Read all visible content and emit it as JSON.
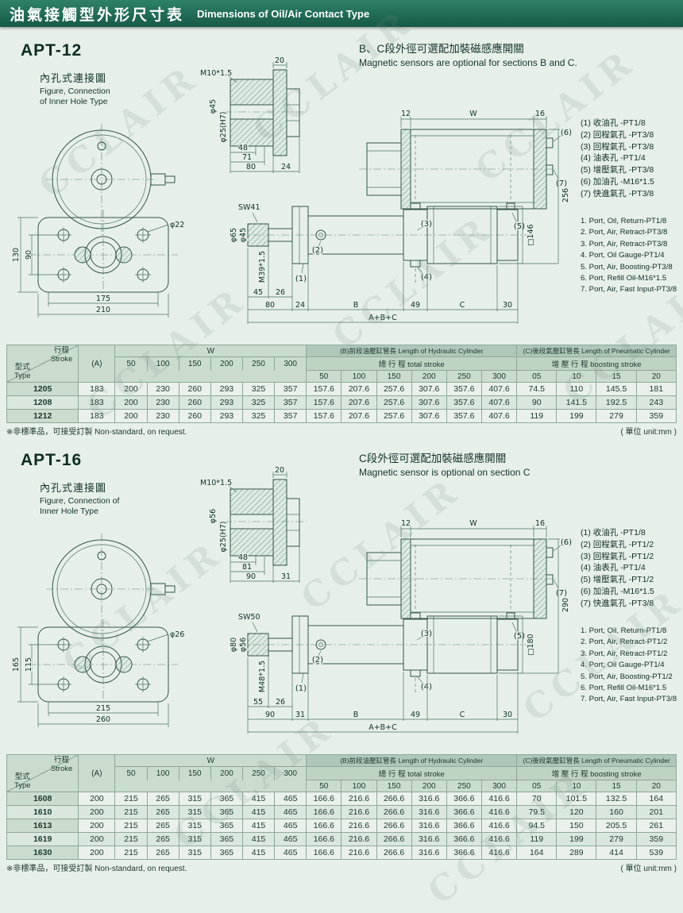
{
  "page": {
    "header": {
      "title_zh": "油氣接觸型外形尺寸表",
      "title_en": "Dimensions of Oil/Air Contact Type"
    },
    "watermark": "CCLAIR",
    "footnote": "※非標準品，可接受訂製  Non-standard, on request.",
    "unit_note": "( 單位 unit:mm )"
  },
  "callouts": {
    "c1": "(1)",
    "c2": "(2)",
    "c3": "(3)",
    "c4": "(4)",
    "c5": "(5)",
    "c6": "(6)",
    "c7": "(7)"
  },
  "sections": [
    {
      "model": "APT-12",
      "figure_zh": "內孔式連接圖",
      "figure_en1": "Figure, Connection",
      "figure_en2": "of Inner Hole Type",
      "note_zh": "B、C段外徑可選配加裝磁感應開關",
      "note_en": "Magnetic sensors are optional for sections B and C.",
      "ports_zh": [
        "(1) 收油孔 -PT1/8",
        "(2) 回程氣孔 -PT3/8",
        "(3) 回程氣孔 -PT3/8",
        "(4) 油表孔 -PT1/4",
        "(5) 增壓氣孔 -PT3/8",
        "(6) 加油孔 -M16*1.5",
        "(7) 快進氣孔 -PT3/8"
      ],
      "ports_en": [
        "1. Port, Oil, Return-PT1/8",
        "2. Port, Air, Retract-PT3/8",
        "3. Port, Air, Retract-PT3/8",
        "4. Port, Oil Gauge-PT1/4",
        "5. Port, Air, Boosting-PT3/8",
        "6. Port, Refill Oil-M16*1.5",
        "7. Port, Air, Fast Input-PT3/8"
      ],
      "dims": {
        "m_top": "M10*1.5",
        "w20": "20",
        "phi_o": "φ45",
        "phi_b": "φ25(H7)",
        "s48": "48",
        "s71": "71",
        "s80": "80",
        "s24": "24",
        "sw": "SW41",
        "phi_r1": "φ65",
        "phi_r2": "φ45",
        "m_rod": "M39*1.5",
        "f45": "45",
        "f26": "26",
        "f80": "80",
        "f24": "24",
        "B": "B",
        "n49": "49",
        "C": "C",
        "n30": "30",
        "abc": "A+B+C",
        "n12": "12",
        "W": "W",
        "n16": "16",
        "hgt": "256",
        "sq": "□146",
        "hole": "φ22",
        "v1": "130",
        "v2": "90",
        "h1": "175",
        "h2": "210"
      },
      "table": {
        "corner": {
          "stroke_zh": "行程",
          "stroke_en": "Stroke",
          "type_zh": "型式",
          "type_en": "Type"
        },
        "a_label": "(A)",
        "w_label": "W",
        "w_cols": [
          "50",
          "100",
          "150",
          "200",
          "250",
          "300"
        ],
        "b_label": "(B)前段油壓缸管長  Length of Hydraulic Cylinder",
        "b_sub": "總 行 程  total stroke",
        "b_cols": [
          "50",
          "100",
          "150",
          "200",
          "250",
          "300"
        ],
        "c_label": "(C)後段氣壓缸管長 Length of Pneumatic Cylinder",
        "c_sub": "增 壓 行 程  boosting stroke",
        "c_cols": [
          "05",
          "10",
          "15",
          "20"
        ],
        "rows": [
          [
            "1205",
            "183",
            "200",
            "230",
            "260",
            "293",
            "325",
            "357",
            "157.6",
            "207.6",
            "257.6",
            "307.6",
            "357.6",
            "407.6",
            "74.5",
            "110",
            "145.5",
            "181"
          ],
          [
            "1208",
            "183",
            "200",
            "230",
            "260",
            "293",
            "325",
            "357",
            "157.6",
            "207.6",
            "257.6",
            "307.6",
            "357.6",
            "407.6",
            "90",
            "141.5",
            "192.5",
            "243"
          ],
          [
            "1212",
            "183",
            "200",
            "230",
            "260",
            "293",
            "325",
            "357",
            "157.6",
            "207.6",
            "257.6",
            "307.6",
            "357.6",
            "407.6",
            "119",
            "199",
            "279",
            "359"
          ]
        ]
      }
    },
    {
      "model": "APT-16",
      "figure_zh": "內孔式連接圖",
      "figure_en1": "Figure, Connection of",
      "figure_en2": "Inner Hole Type",
      "note_zh": "C段外徑可選配加裝磁感應開關",
      "note_en": "Magnetic sensor is optional on section C",
      "ports_zh": [
        "(1) 收油孔 -PT1/8",
        "(2) 回程氣孔 -PT1/2",
        "(3) 回程氣孔 -PT1/2",
        "(4) 油表孔 -PT1/4",
        "(5) 增壓氣孔 -PT1/2",
        "(6) 加油孔 -M16*1.5",
        "(7) 快進氣孔 -PT3/8"
      ],
      "ports_en": [
        "1. Port, Oil, Return-PT1/8",
        "2. Port, Air, Retract-PT1/2",
        "3. Port, Air, Retract-PT1/2",
        "4. Port, Oil Gauge-PT1/4",
        "5. Port, Air, Boosting-PT1/2",
        "6. Port, Refill Oil-M16*1.5",
        "7. Port, Air, Fast Input-PT3/8"
      ],
      "dims": {
        "m_top": "M10*1.5",
        "w20": "20",
        "phi_o": "φ56",
        "phi_b": "φ25(H7)",
        "s48": "48",
        "s71": "81",
        "s80": "90",
        "s24": "31",
        "sw": "SW50",
        "phi_r1": "φ80",
        "phi_r2": "φ56",
        "m_rod": "M48*1.5",
        "f45": "55",
        "f26": "26",
        "f80": "90",
        "f24": "31",
        "B": "B",
        "n49": "49",
        "C": "C",
        "n30": "30",
        "abc": "A+B+C",
        "n12": "12",
        "W": "W",
        "n16": "16",
        "hgt": "290",
        "sq": "□180",
        "hole": "φ26",
        "v1": "165",
        "v2": "115",
        "h1": "215",
        "h2": "260"
      },
      "table": {
        "corner": {
          "stroke_zh": "行程",
          "stroke_en": "Stroke",
          "type_zh": "型式",
          "type_en": "Type"
        },
        "a_label": "(A)",
        "w_label": "W",
        "w_cols": [
          "50",
          "100",
          "150",
          "200",
          "250",
          "300"
        ],
        "b_label": "(B)前段油壓缸管長 Length of Hydraulic Cylinder",
        "b_sub": "總 行 程  total stroke",
        "b_cols": [
          "50",
          "100",
          "150",
          "200",
          "250",
          "300"
        ],
        "c_label": "(C)後段氣壓缸管長 Length of Pneumatic Cylinder",
        "c_sub": "增 壓 行 程  boosting stroke",
        "c_cols": [
          "05",
          "10",
          "15",
          "20"
        ],
        "rows": [
          [
            "1608",
            "200",
            "215",
            "265",
            "315",
            "365",
            "415",
            "465",
            "166.6",
            "216.6",
            "266.6",
            "316.6",
            "366.6",
            "416.6",
            "70",
            "101.5",
            "132.5",
            "164"
          ],
          [
            "1610",
            "200",
            "215",
            "265",
            "315",
            "365",
            "415",
            "465",
            "166.6",
            "216.6",
            "266.6",
            "316.6",
            "366.6",
            "416.6",
            "79.5",
            "120",
            "160",
            "201"
          ],
          [
            "1613",
            "200",
            "215",
            "265",
            "315",
            "365",
            "415",
            "465",
            "166.6",
            "216.6",
            "266.6",
            "316.6",
            "366.6",
            "416.6",
            "94.5",
            "150",
            "205.5",
            "261"
          ],
          [
            "1619",
            "200",
            "215",
            "265",
            "315",
            "365",
            "415",
            "465",
            "166.6",
            "216.6",
            "266.6",
            "316.6",
            "366.6",
            "416.6",
            "119",
            "199",
            "279",
            "359"
          ],
          [
            "1630",
            "200",
            "215",
            "265",
            "315",
            "365",
            "415",
            "465",
            "166.6",
            "216.6",
            "266.6",
            "316.6",
            "366.6",
            "416.6",
            "164",
            "289",
            "414",
            "539"
          ]
        ]
      }
    }
  ]
}
